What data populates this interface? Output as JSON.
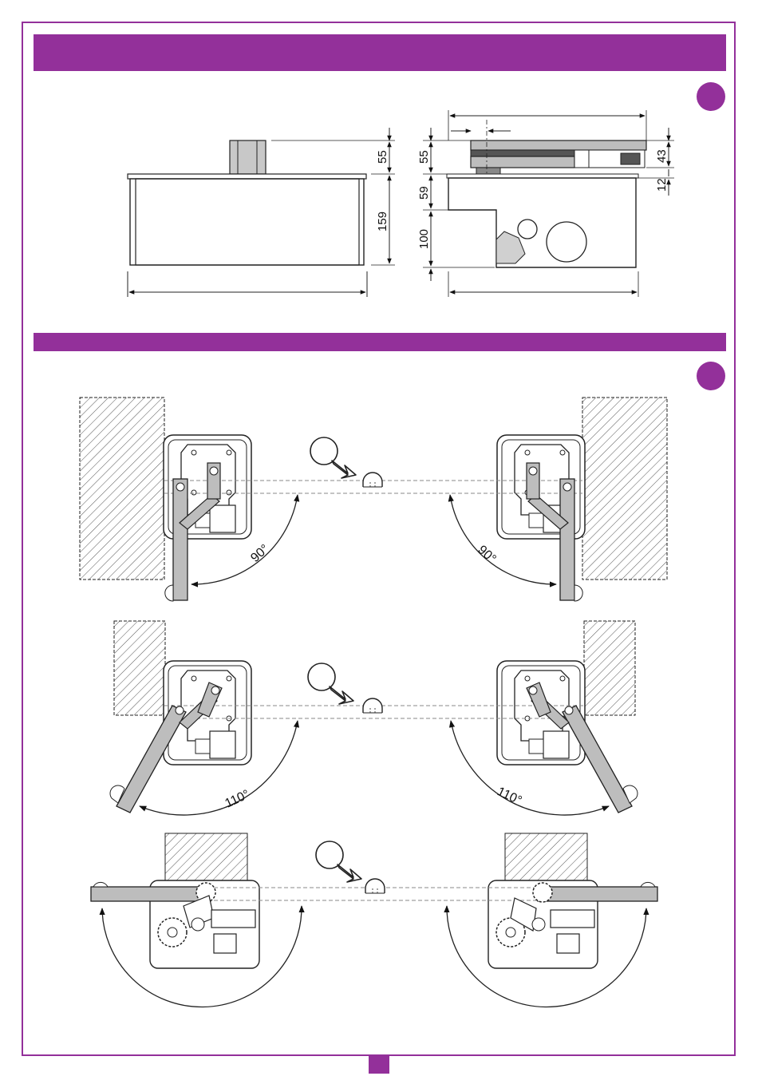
{
  "colors": {
    "accent": "#93309a",
    "leaf": "#bdbdbd",
    "line": "#1a1a1a",
    "axis": "#888888"
  },
  "dimensions": {
    "front_top": "55",
    "front_body": "159",
    "side_top": "55",
    "side_mid": "59",
    "side_low": "100",
    "right_43": "43",
    "right_12": "12"
  },
  "angles": {
    "row1_left": "90°",
    "row1_right": "90°",
    "row2_left": "110°",
    "row2_right": "110°"
  }
}
